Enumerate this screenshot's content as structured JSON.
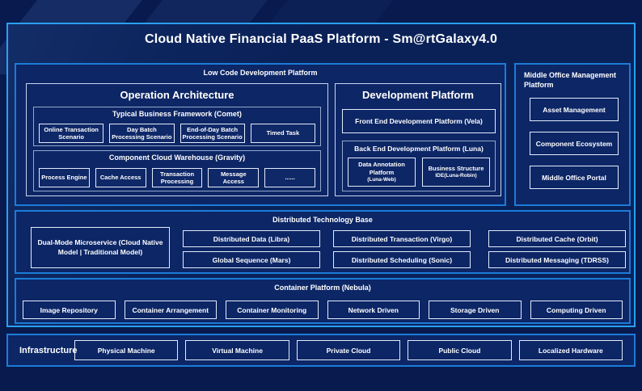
{
  "title": "Cloud Native Financial PaaS Platform - Sm@rtGalaxy4.0",
  "low_code": {
    "label": "Low Code Development Platform",
    "operation": {
      "title": "Operation Architecture",
      "framework": {
        "title": "Typical Business Framework (Comet)",
        "items": [
          "Online Transaction Scenario",
          "Day Batch Processing Scenario",
          "End-of-Day Batch Processing Scenario",
          "Timed Task"
        ]
      },
      "warehouse": {
        "title": "Component Cloud Warehouse (Gravity)",
        "items": [
          "Process Engine",
          "Cache Access",
          "Transaction Processing",
          "Message Access",
          "......"
        ]
      }
    },
    "development": {
      "title": "Development Platform",
      "front_end": "Front End Development Platform (Vela)",
      "back_end": {
        "title": "Back End Development Platform (Luna)",
        "items": [
          {
            "name": "Data Annotation Platform",
            "sub": "(Luna-Web)"
          },
          {
            "name": "Business Structure",
            "sub": "IDE(Luna-Robin)"
          }
        ]
      }
    }
  },
  "middle_office": {
    "label": "Middle Office Management Platform",
    "items": [
      "Asset Management",
      "Component Ecosystem",
      "Middle Office Portal"
    ]
  },
  "distributed": {
    "label": "Distributed Technology Base",
    "microservice": "Dual-Mode Microservice (Cloud Native Model | Traditional Model)",
    "columns": [
      [
        "Distributed Data (Libra)",
        "Global Sequence (Mars)"
      ],
      [
        "Distributed Transaction (Virgo)",
        "Distributed Scheduling (Sonic)"
      ],
      [
        "Distributed Cache (Orbit)",
        "Distributed Messaging (TDRSS)"
      ]
    ]
  },
  "container_platform": {
    "label": "Container Platform (Nebula)",
    "items": [
      "Image Repository",
      "Container Arrangement",
      "Container Monitoring",
      "Network Driven",
      "Storage Driven",
      "Computing Driven"
    ]
  },
  "infrastructure": {
    "label": "Infrastructure",
    "items": [
      "Physical Machine",
      "Virtual Machine",
      "Private Cloud",
      "Public Cloud",
      "Localized Hardware"
    ]
  },
  "colors": {
    "background": "#081a4e",
    "frame_border": "#2aa0f2",
    "section_border": "#1c7cd8",
    "section_fill": "#0c2666",
    "item_border": "#e4ecfb",
    "text": "#ffffff"
  }
}
